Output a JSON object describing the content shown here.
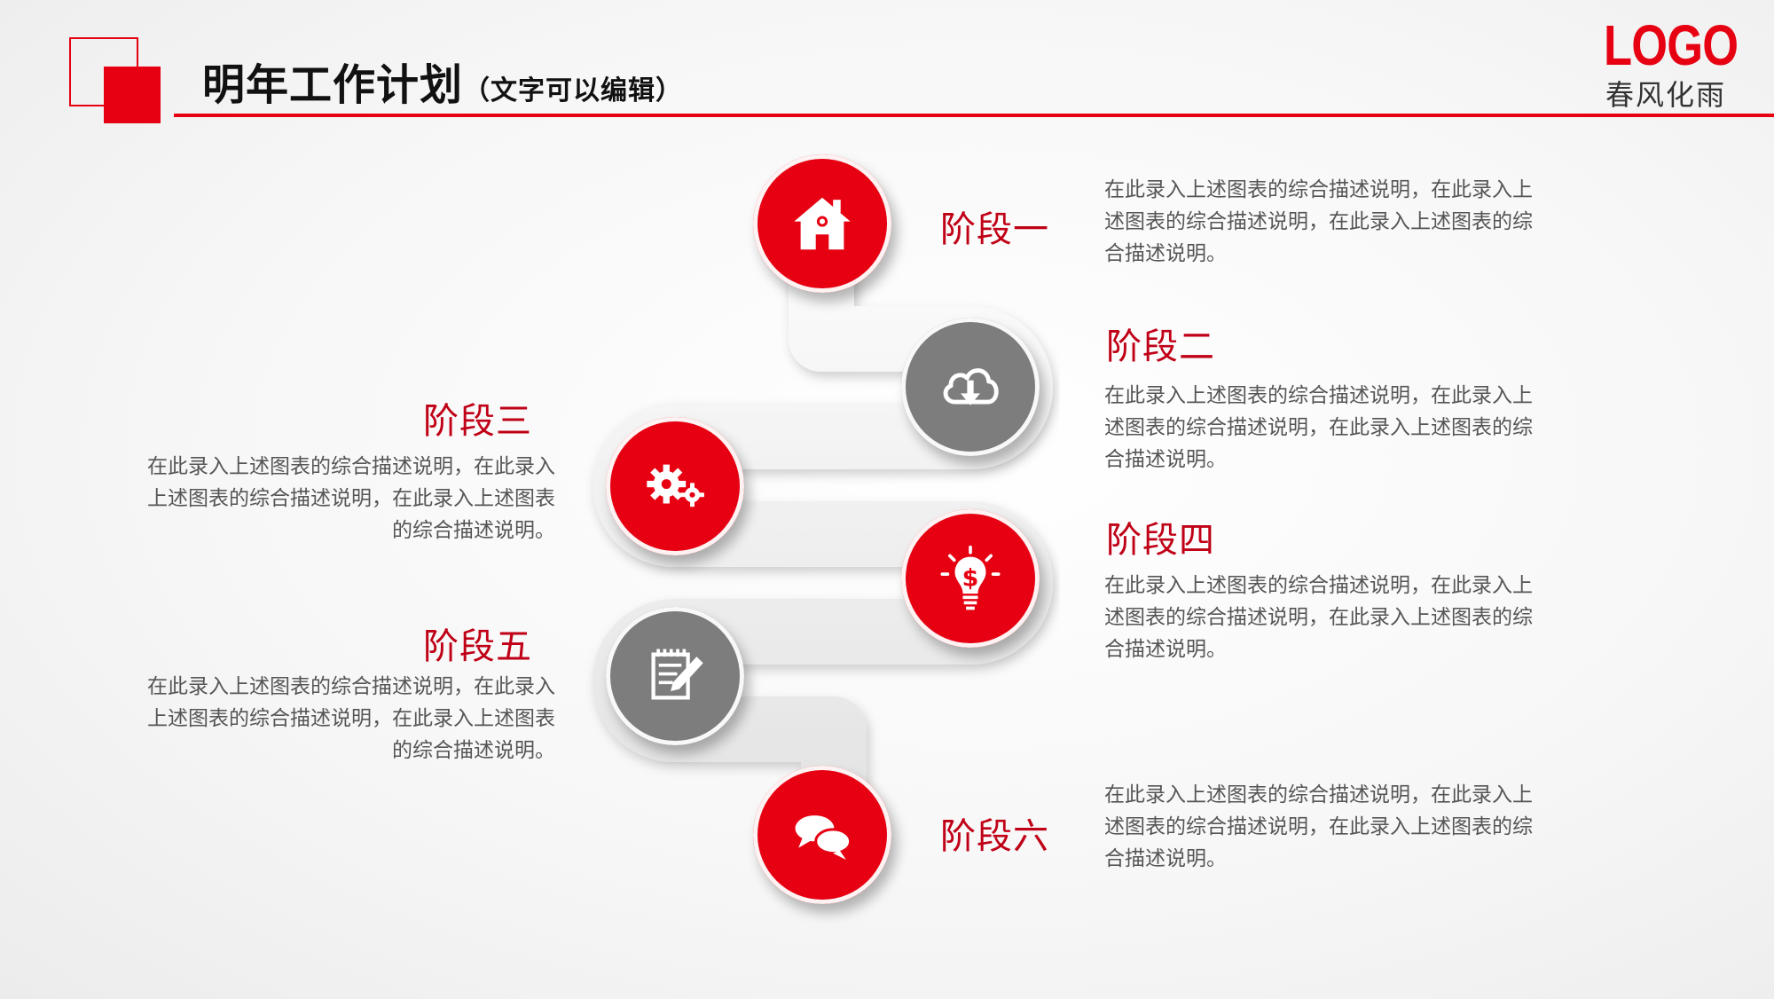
{
  "header": {
    "title": "明年工作计划",
    "subtitle": "（文字可以编辑）"
  },
  "logo": {
    "mark": "LOGO",
    "text": "春风化雨"
  },
  "colors": {
    "accent": "#e60012",
    "stage_title": "#c00016",
    "node_gray": "#7d7d7d",
    "body_text": "#555555"
  },
  "stages": [
    {
      "title": "阶段一",
      "icon": "house-icon",
      "color": "red",
      "description": "在此录入上述图表的综合描述说明，在此录入上述图表的综合描述说明，在此录入上述图表的综合描述说明。"
    },
    {
      "title": "阶段二",
      "icon": "cloud-download-icon",
      "color": "gray",
      "description": "在此录入上述图表的综合描述说明，在此录入上述图表的综合描述说明，在此录入上述图表的综合描述说明。"
    },
    {
      "title": "阶段三",
      "icon": "gears-icon",
      "color": "red",
      "description": "在此录入上述图表的综合描述说明，在此录入上述图表的综合描述说明，在此录入上述图表的综合描述说明。"
    },
    {
      "title": "阶段四",
      "icon": "money-lightbulb-icon",
      "color": "red",
      "description": "在此录入上述图表的综合描述说明，在此录入上述图表的综合描述说明，在此录入上述图表的综合描述说明。"
    },
    {
      "title": "阶段五",
      "icon": "notepad-pencil-icon",
      "color": "gray",
      "description": "在此录入上述图表的综合描述说明，在此录入上述图表的综合描述说明，在此录入上述图表的综合描述说明。"
    },
    {
      "title": "阶段六",
      "icon": "chat-bubbles-icon",
      "color": "red",
      "description": "在此录入上述图表的综合描述说明，在此录入上述图表的综合描述说明，在此录入上述图表的综合描述说明。"
    }
  ]
}
